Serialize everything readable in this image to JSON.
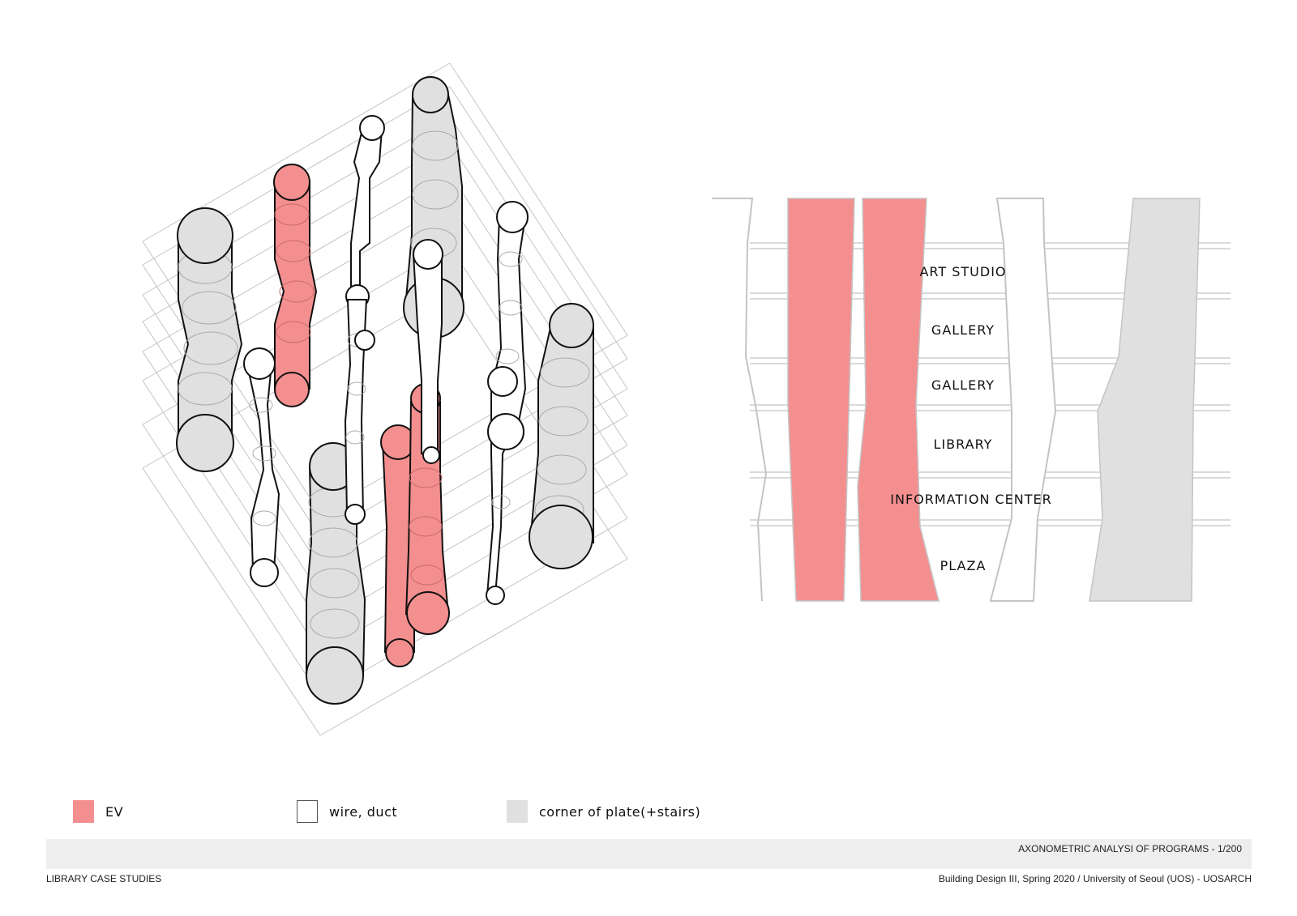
{
  "programs": [
    "ART STUDIO",
    "GALLERY",
    "GALLERY",
    "LIBRARY",
    "INFORMATION CENTER",
    "PLAZA"
  ],
  "legend": [
    {
      "label": "EV",
      "color": "#f48f8f",
      "outline": "none"
    },
    {
      "label": "wire, duct",
      "color": "#ffffff",
      "outline": "#555555"
    },
    {
      "label": "corner of plate(+stairs)",
      "color": "#e0e0e0",
      "outline": "none"
    }
  ],
  "colors": {
    "ev": "#f48f8f",
    "wire": "#ffffff",
    "corner": "#e0e0e0",
    "plate_line": "#bdbdbd",
    "band": "#eeeeee"
  },
  "footer": {
    "band_title": "AXONOMETRIC ANALYSI OF PROGRAMS - 1/200",
    "left": "LIBRARY CASE STUDIES",
    "right": "Building Design III, Spring 2020 / University of Seoul (UOS) - UOSARCH"
  }
}
